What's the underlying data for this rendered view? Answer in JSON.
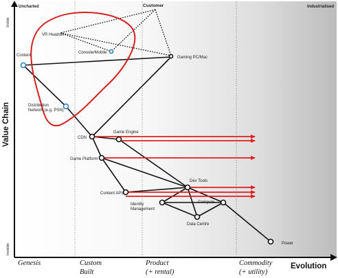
{
  "corners": {
    "top_left": "Uncharted",
    "top_right": "Industrialised"
  },
  "axes": {
    "y_title": "Value Chain",
    "y_top": "Visible",
    "y_bottom": "Invisible",
    "x_title": "Evolution"
  },
  "stages": [
    {
      "line1": "Genesis",
      "line2": ""
    },
    {
      "line1": "Custom",
      "line2": "Built"
    },
    {
      "line1": "Product",
      "line2": "(+ rental)"
    },
    {
      "line1": "Commodity",
      "line2": "(+ utility)"
    }
  ],
  "components": {
    "customer": "Customer",
    "vr_headset": "VR Headset",
    "console_mobile": "Console/Mobile",
    "gaming_pc": "Gaming PC/Mac",
    "content": "Content",
    "distribution_line1": "Distribution",
    "distribution_line2": "Network (e.g. PSN)",
    "cdn": "CDN",
    "game_engine": "Game Engine",
    "game_platform": "Game Platform",
    "content_apis": "Content APIs",
    "dev_tools": "Dev Tools",
    "identity_line1": "Identity",
    "identity_line2": "Management",
    "compute": "Compute",
    "data_centre": "Data Centre",
    "power": "Power"
  },
  "colors": {
    "movement_arrow": "#e01e1e",
    "highlight_outline": "#d42020",
    "node_fill": "#ffffff",
    "node_stroke": "#111111",
    "accent_node_stroke": "#2f7fc0",
    "link": "#111111"
  }
}
